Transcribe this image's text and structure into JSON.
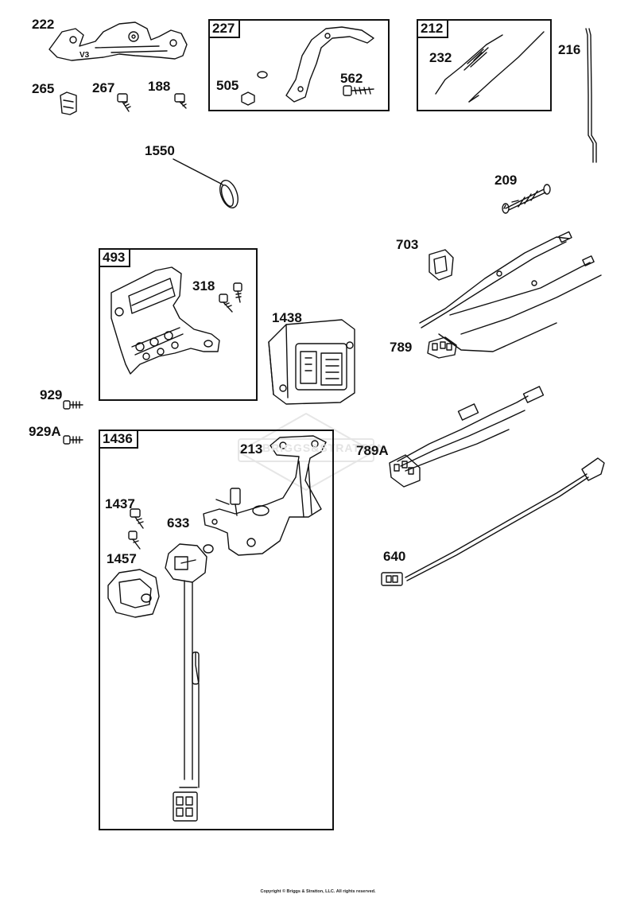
{
  "labels": {
    "p222": "222",
    "p265": "265",
    "p267": "267",
    "p188": "188",
    "p505": "505",
    "p562": "562",
    "p232": "232",
    "p216": "216",
    "p1550": "1550",
    "p209": "209",
    "p703": "703",
    "p318": "318",
    "p1438": "1438",
    "p789": "789",
    "p929": "929",
    "p929a": "929A",
    "p213": "213",
    "p789a": "789A",
    "p1437": "1437",
    "p633": "633",
    "p1457": "1457",
    "p640": "640"
  },
  "boxes": {
    "b227": "227",
    "b212": "212",
    "b493": "493",
    "b1436": "1436"
  },
  "part_stamp": "V3",
  "watermark": "BRIGGS&STRATTON",
  "copyright": "Copyright © Briggs & Stratton, LLC. All rights reserved."
}
